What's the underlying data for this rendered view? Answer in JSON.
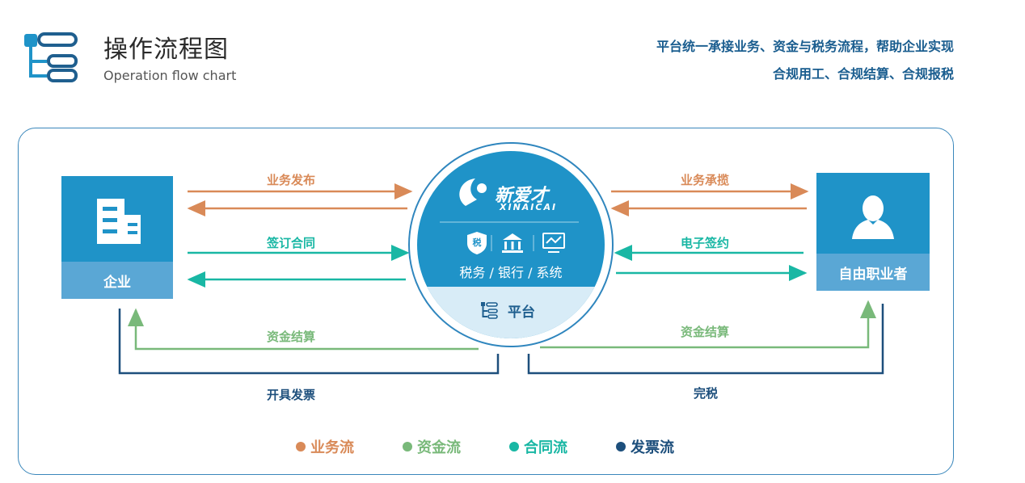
{
  "header": {
    "title_cn": "操作流程图",
    "title_en": "Operation flow chart",
    "slogan_line1": "平台统一承接业务、资金与税务流程，帮助企业实现",
    "slogan_line2": "合规用工、合规结算、合规报税"
  },
  "entities": {
    "left_label": "企业",
    "right_label": "自由职业者"
  },
  "platform": {
    "logo_text": "新爱才",
    "logo_sub": "XINAICAI",
    "tax_badge": "税",
    "services": "税务 / 银行 / 系统",
    "platform_label": "平台"
  },
  "flows": {
    "business_publish": "业务发布",
    "business_accept": "业务承揽",
    "contract_sign": "签订合同",
    "e_sign": "电子签约",
    "settlement_left": "资金结算",
    "settlement_right": "资金结算",
    "invoice": "开具发票",
    "tax_complete": "完税"
  },
  "legend": [
    {
      "label": "业务流",
      "color": "#d98a58"
    },
    {
      "label": "资金流",
      "color": "#79b97a"
    },
    {
      "label": "合同流",
      "color": "#19b7a4"
    },
    {
      "label": "发票流",
      "color": "#1d4f7c"
    }
  ],
  "colors": {
    "business": "#d98a58",
    "money": "#79b97a",
    "contract": "#19b7a4",
    "invoice": "#1d4f7c",
    "entity": "#1f93c8",
    "entity_label": "#5aa7d5",
    "frame": "#3a87bb"
  }
}
